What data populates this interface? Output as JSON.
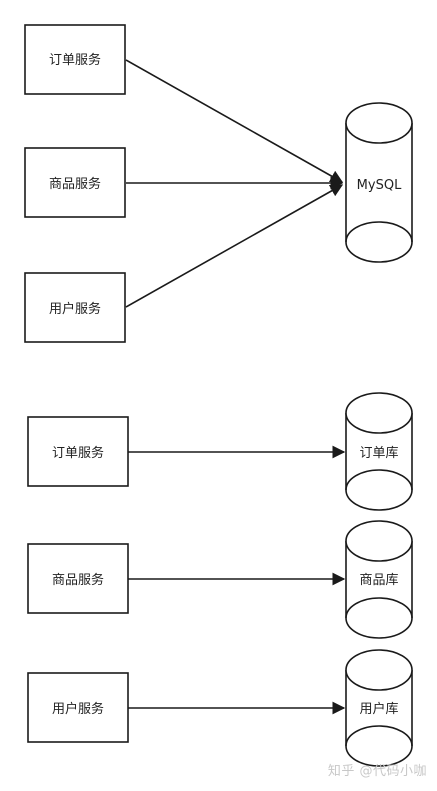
{
  "top_section": {
    "services": [
      {
        "label": "订单服务"
      },
      {
        "label": "商品服务"
      },
      {
        "label": "用户服务"
      }
    ],
    "database": {
      "label": "MySQL"
    }
  },
  "bottom_section": {
    "pairs": [
      {
        "service": "订单服务",
        "database": "订单库"
      },
      {
        "service": "商品服务",
        "database": "商品库"
      },
      {
        "service": "用户服务",
        "database": "用户库"
      }
    ]
  },
  "watermark": "知乎 @代码小咖"
}
